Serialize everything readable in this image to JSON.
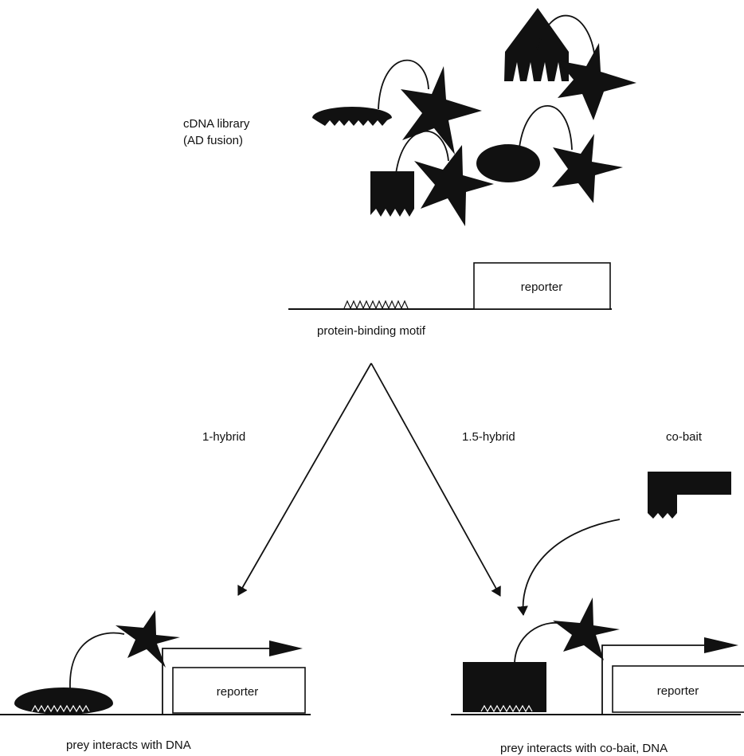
{
  "labels": {
    "library_line1": "cDNA library",
    "library_line2": "(AD fusion)",
    "reporter_top": "reporter",
    "binding_motif": "protein-binding motif",
    "one_hybrid": "1-hybrid",
    "one_point_five_hybrid": "1.5-hybrid",
    "co_bait": "co-bait",
    "reporter_left": "reporter",
    "reporter_right": "reporter",
    "result_left": "prey interacts with DNA",
    "result_right": "prey interacts with co-bait, DNA"
  },
  "colors": {
    "ink": "#111111",
    "background": "#ffffff"
  }
}
